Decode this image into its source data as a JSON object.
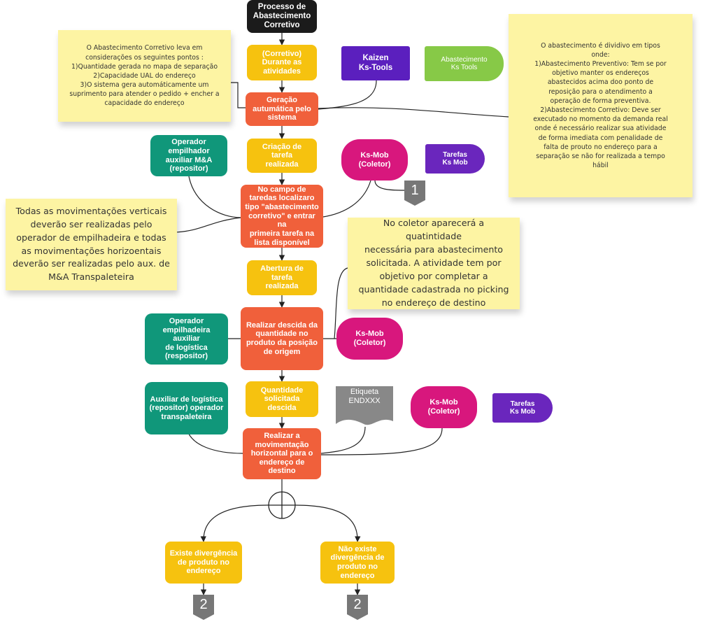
{
  "colors": {
    "start": "#1b1b1b",
    "activity": "#f6c20f",
    "process": "#f0603b",
    "role": "#10977a",
    "system": "#5b1fbe",
    "collector": "#d8177d",
    "tool": "#87c947",
    "note": "#fdf4a3",
    "badge": "#777777",
    "document": "#888888"
  },
  "flow": {
    "start": "Processo de\nAbastecimento\nCorretivo",
    "step1": "(Corretivo)\nDurante as\natividades",
    "step2": "Geração\nautumática pelo\nsistema",
    "step3": "Criação de tarefa\nrealizada",
    "step4": "No campo de\ntaredas localizaro\ntipo \"abastecimento\ncorretivo\" e entrar na\nprimeira tarefa na\nlista disponível",
    "step5": "Abertura de tarefa\nrealizada",
    "step6": "Realizar descida da\nquantidade no\nproduto da posição\nde origem",
    "step7": "Quantidade\nsolicitada descida",
    "step8": "Realizar a\nmovimentação\nhorizontal para o\nendereço de\ndestino",
    "outcome_yes": "Existe divergência\nde produto no\nendereço",
    "outcome_no": "Não existe\ndivergência de\nproduto no\nendereço"
  },
  "roles": {
    "role1": "Operador\nempilhador\nauxiliar M&A\n(repositor)",
    "role2": "Operador\nempilhadeira auxiliar\nde logística\n(respositor)",
    "role3": "Auxiliar de logística\n(repositor) operador\ntranspaleteira"
  },
  "systems": {
    "kaizen": "Kaizen\nKs-Tools",
    "abastecimento_tools": "Abastecimento\nKs Tools",
    "ksmob1": "Ks-Mob\n(Coletor)",
    "tarefas1": "Tarefas\nKs Mob",
    "ksmob2": "Ks-Mob\n(Coletor)",
    "ksmob3": "Ks-Mob\n(Coletor)",
    "tarefas2": "Tarefas\nKs Mob",
    "etiqueta": "Etiqueta\nENDXXX"
  },
  "badges": {
    "b1": "1",
    "b2": "2",
    "b3": "2"
  },
  "notes": {
    "note_corretivo": "O Abastecimento Corretivo leva em\nconsiderações os seguintes pontos :\n1)Quantidade gerada no mapa de separação\n2)Capacidade UAL do endereço\n3)O sistema gera automáticamente um\nsuprimento para atender o pedido + encher a\ncapacidade do endereço",
    "note_tipos": "O abastecimento é dividivo em tipos\nonde:\n1)Abastecimento Preventivo: Tem se por\nobjetivo manter os endereços\nabastecidos acima doo ponto de\nreposição para o atendimento a\noperação de forma preventiva.\n2)Abastecimento Corretivo: Deve ser\nexecutado no momento da demanda real\nonde é necessário realizar sua atividade\nde forma imediata com penalidade de\nfalta de prouto no endereço para a\nseparação se não for realizada a tempo\nhábil",
    "note_movimentacoes": "Todas as movimentações verticais\ndeverão ser realizadas pelo\noperador de empilhadeira e todas\nas movimentações horizoentais\ndeverão ser realizadas pelo aux. de\nM&A Transpaleteira",
    "note_coletor": "No coletor aparecerá a quatintidade\nnecessária para abastecimento\nsolicitada. A atividade tem por\nobjetivo por completar a\nquantidade cadastrada no picking\nno endereço de destino"
  }
}
